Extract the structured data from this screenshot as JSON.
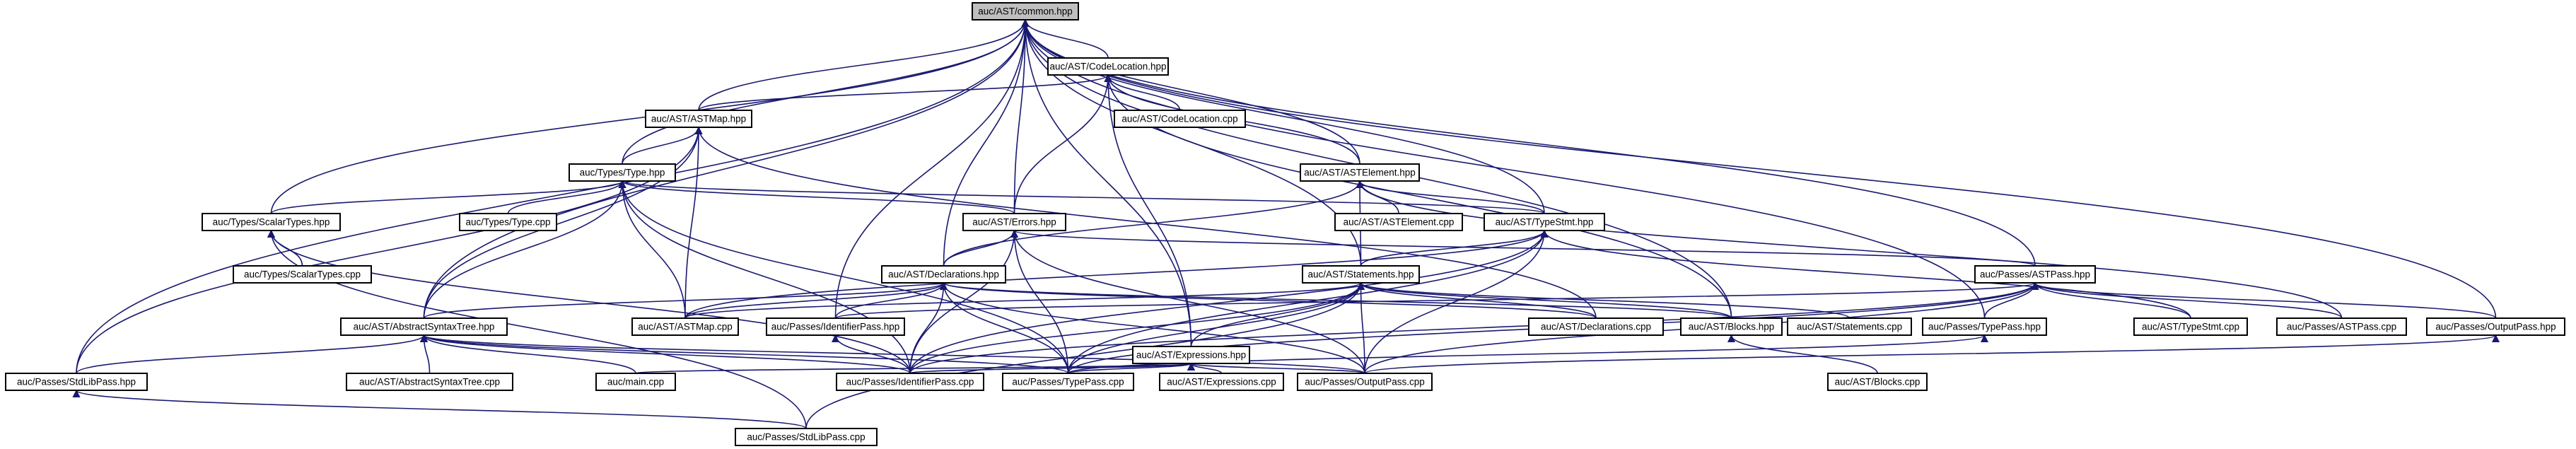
{
  "diagram": {
    "root": "auc/AST/common.hpp",
    "colors": {
      "edge": "#191970",
      "root_fill": "#bfbfbf",
      "node_fill": "#ffffff",
      "border": "#000000"
    },
    "nodes": [
      {
        "id": "common",
        "label": "auc/AST/common.hpp"
      },
      {
        "id": "codeloc",
        "label": "auc/AST/CodeLocation.hpp"
      },
      {
        "id": "astmap",
        "label": "auc/AST/ASTMap.hpp"
      },
      {
        "id": "codeloccpp",
        "label": "auc/AST/CodeLocation.cpp"
      },
      {
        "id": "astelem",
        "label": "auc/AST/ASTElement.hpp"
      },
      {
        "id": "type",
        "label": "auc/Types/Type.hpp"
      },
      {
        "id": "scalar",
        "label": "auc/Types/ScalarTypes.hpp"
      },
      {
        "id": "typecpp",
        "label": "auc/Types/Type.cpp"
      },
      {
        "id": "errors",
        "label": "auc/AST/Errors.hpp"
      },
      {
        "id": "astelemcpp",
        "label": "auc/AST/ASTElement.cpp"
      },
      {
        "id": "typestmt",
        "label": "auc/AST/TypeStmt.hpp"
      },
      {
        "id": "scalarcpp",
        "label": "auc/Types/ScalarTypes.cpp"
      },
      {
        "id": "decl",
        "label": "auc/AST/Declarations.hpp"
      },
      {
        "id": "stmts",
        "label": "auc/AST/Statements.hpp"
      },
      {
        "id": "astpass",
        "label": "auc/Passes/ASTPass.hpp"
      },
      {
        "id": "ast",
        "label": "auc/AST/AbstractSyntaxTree.hpp"
      },
      {
        "id": "astmapcpp",
        "label": "auc/AST/ASTMap.cpp"
      },
      {
        "id": "idpass",
        "label": "auc/Passes/IdentifierPass.hpp"
      },
      {
        "id": "declcpp",
        "label": "auc/AST/Declarations.cpp"
      },
      {
        "id": "blocks",
        "label": "auc/AST/Blocks.hpp"
      },
      {
        "id": "stmtscpp",
        "label": "auc/AST/Statements.cpp"
      },
      {
        "id": "typepass",
        "label": "auc/Passes/TypePass.hpp"
      },
      {
        "id": "typestmtcpp",
        "label": "auc/AST/TypeStmt.cpp"
      },
      {
        "id": "astpasscpp",
        "label": "auc/Passes/ASTPass.cpp"
      },
      {
        "id": "outpass",
        "label": "auc/Passes/OutputPass.hpp"
      },
      {
        "id": "exprs",
        "label": "auc/AST/Expressions.hpp"
      },
      {
        "id": "stdlib",
        "label": "auc/Passes/StdLibPass.hpp"
      },
      {
        "id": "astcpp",
        "label": "auc/AST/AbstractSyntaxTree.cpp"
      },
      {
        "id": "maincpp",
        "label": "auc/main.cpp"
      },
      {
        "id": "idpasscpp",
        "label": "auc/Passes/IdentifierPass.cpp"
      },
      {
        "id": "typepasscpp",
        "label": "auc/Passes/TypePass.cpp"
      },
      {
        "id": "exprscpp",
        "label": "auc/AST/Expressions.cpp"
      },
      {
        "id": "outpasscpp",
        "label": "auc/Passes/OutputPass.cpp"
      },
      {
        "id": "blockscpp",
        "label": "auc/AST/Blocks.cpp"
      },
      {
        "id": "stdlibcpp",
        "label": "auc/Passes/StdLibPass.cpp"
      }
    ],
    "edges": [
      [
        "codeloc",
        "common"
      ],
      [
        "astmap",
        "common"
      ],
      [
        "type",
        "common"
      ],
      [
        "scalar",
        "common"
      ],
      [
        "errors",
        "common"
      ],
      [
        "astelem",
        "common"
      ],
      [
        "typestmt",
        "common"
      ],
      [
        "decl",
        "common"
      ],
      [
        "stmts",
        "common"
      ],
      [
        "astpass",
        "common"
      ],
      [
        "ast",
        "common"
      ],
      [
        "idpass",
        "common"
      ],
      [
        "blocks",
        "common"
      ],
      [
        "typepass",
        "common"
      ],
      [
        "outpass",
        "common"
      ],
      [
        "exprs",
        "common"
      ],
      [
        "stdlib",
        "common"
      ],
      [
        "astmap",
        "codeloc"
      ],
      [
        "codeloccpp",
        "codeloc"
      ],
      [
        "astelem",
        "codeloc"
      ],
      [
        "errors",
        "codeloc"
      ],
      [
        "exprs",
        "codeloc"
      ],
      [
        "blocks",
        "codeloc"
      ],
      [
        "type",
        "astmap"
      ],
      [
        "ast",
        "astmap"
      ],
      [
        "astmapcpp",
        "astmap"
      ],
      [
        "stdlib",
        "astmap"
      ],
      [
        "declcpp",
        "astmap"
      ],
      [
        "scalar",
        "type"
      ],
      [
        "typecpp",
        "type"
      ],
      [
        "errors",
        "type"
      ],
      [
        "ast",
        "type"
      ],
      [
        "astmapcpp",
        "type"
      ],
      [
        "typestmt",
        "type"
      ],
      [
        "idpasscpp",
        "type"
      ],
      [
        "typepasscpp",
        "type"
      ],
      [
        "scalarcpp",
        "scalar"
      ],
      [
        "idpasscpp",
        "scalar"
      ],
      [
        "stdlibcpp",
        "scalar"
      ],
      [
        "astelemcpp",
        "astelem"
      ],
      [
        "typestmt",
        "astelem"
      ],
      [
        "stmts",
        "astelem"
      ],
      [
        "decl",
        "astelem"
      ],
      [
        "astpasscpp",
        "astelem"
      ],
      [
        "decl",
        "errors"
      ],
      [
        "astpass",
        "errors"
      ],
      [
        "typepasscpp",
        "errors"
      ],
      [
        "outpasscpp",
        "errors"
      ],
      [
        "idpasscpp",
        "errors"
      ],
      [
        "stmts",
        "typestmt"
      ],
      [
        "astmapcpp",
        "typestmt"
      ],
      [
        "idpasscpp",
        "typestmt"
      ],
      [
        "typestmtcpp",
        "typestmt"
      ],
      [
        "outpasscpp",
        "typestmt"
      ],
      [
        "typepasscpp",
        "typestmt"
      ],
      [
        "ast",
        "decl"
      ],
      [
        "idpass",
        "decl"
      ],
      [
        "astmapcpp",
        "decl"
      ],
      [
        "declcpp",
        "decl"
      ],
      [
        "idpasscpp",
        "decl"
      ],
      [
        "typepasscpp",
        "decl"
      ],
      [
        "outpasscpp",
        "decl"
      ],
      [
        "blocks",
        "decl"
      ],
      [
        "exprs",
        "stmts"
      ],
      [
        "blocks",
        "stmts"
      ],
      [
        "stmtscpp",
        "stmts"
      ],
      [
        "declcpp",
        "stmts"
      ],
      [
        "astmapcpp",
        "stmts"
      ],
      [
        "idpasscpp",
        "stmts"
      ],
      [
        "typepasscpp",
        "stmts"
      ],
      [
        "outpasscpp",
        "stmts"
      ],
      [
        "stdlibcpp",
        "stmts"
      ],
      [
        "idpass",
        "astpass"
      ],
      [
        "typepass",
        "astpass"
      ],
      [
        "outpass",
        "astpass"
      ],
      [
        "astpasscpp",
        "astpass"
      ],
      [
        "typestmtcpp",
        "astpass"
      ],
      [
        "idpasscpp",
        "astpass"
      ],
      [
        "typepasscpp",
        "astpass"
      ],
      [
        "outpasscpp",
        "astpass"
      ],
      [
        "stdlib",
        "ast"
      ],
      [
        "astcpp",
        "ast"
      ],
      [
        "maincpp",
        "ast"
      ],
      [
        "idpasscpp",
        "ast"
      ],
      [
        "typepasscpp",
        "ast"
      ],
      [
        "outpasscpp",
        "ast"
      ],
      [
        "idpasscpp",
        "idpass"
      ],
      [
        "blockscpp",
        "blocks"
      ],
      [
        "typepasscpp",
        "typepass"
      ],
      [
        "outpasscpp",
        "outpass"
      ],
      [
        "exprscpp",
        "exprs"
      ],
      [
        "idpasscpp",
        "exprs"
      ],
      [
        "typepasscpp",
        "exprs"
      ],
      [
        "outpasscpp",
        "exprs"
      ],
      [
        "maincpp",
        "exprs"
      ],
      [
        "stdlibcpp",
        "stdlib"
      ]
    ]
  }
}
